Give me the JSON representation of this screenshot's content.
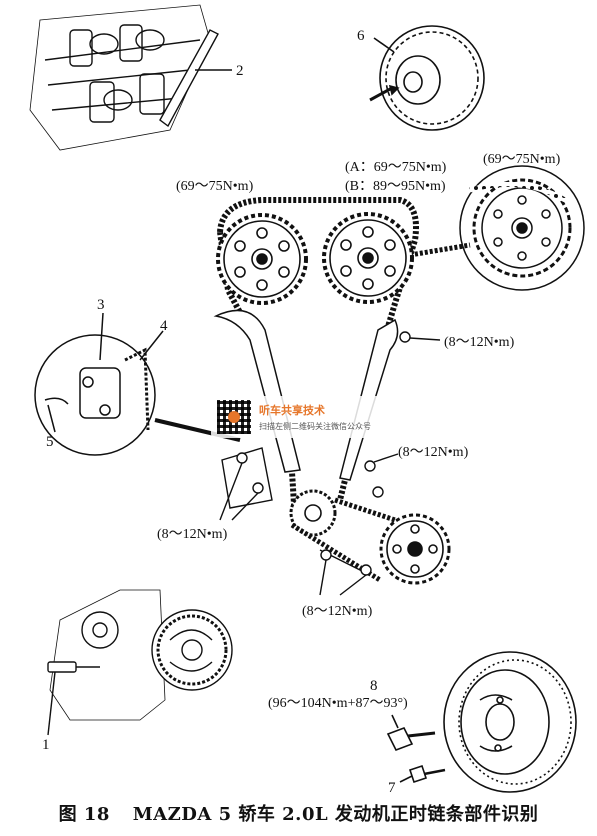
{
  "labels": {
    "part_1": "1",
    "part_2": "2",
    "part_3": "3",
    "part_4": "4",
    "part_5": "5",
    "part_6": "6",
    "part_7": "7",
    "part_8": "8"
  },
  "torques": {
    "camshaft_left": "(69～75N•m)",
    "camshaft_center_a": "(A：69～75N•m)",
    "camshaft_center_b": "(B：89～95N•m)",
    "vvt_sprocket": "(69～75N•m)",
    "guide_right": "(8～12N•m)",
    "tensioner_left": "(8～12N•m)",
    "guide_lower_right": "(8～12N•m)",
    "guide_bottom": "(8～12N•m)",
    "crank_bolt": "(96～104N•m+87～93°)"
  },
  "caption": {
    "figure_no": "图 18",
    "title": "MAZDA 5 轿车 2.0L 发动机正时链条部件识别"
  },
  "watermark": {
    "title": "听车共享技术",
    "subtitle": "扫描左侧二维码关注微信公众号"
  }
}
